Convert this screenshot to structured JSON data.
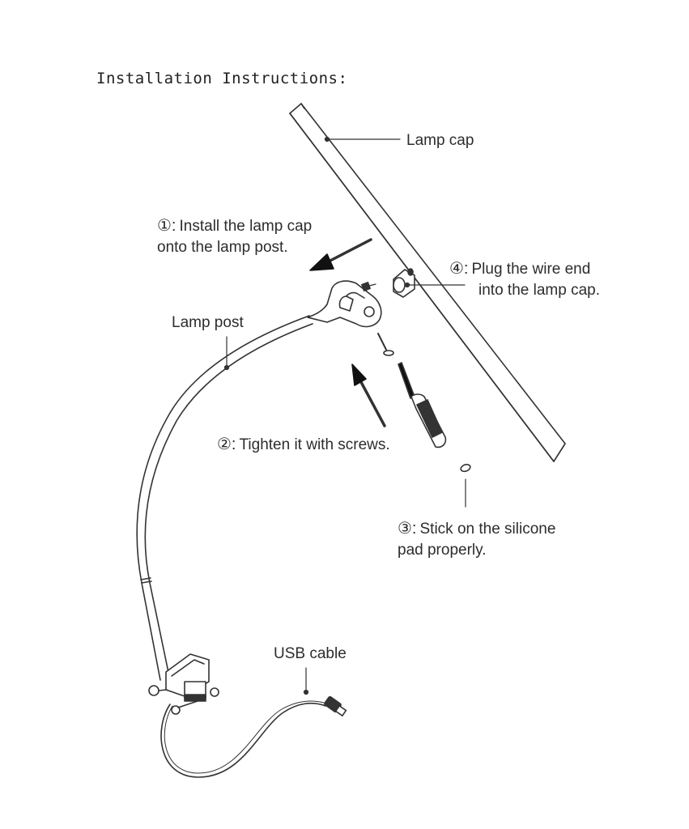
{
  "title": "Installation Instructions:",
  "parts": {
    "lamp_cap": "Lamp cap",
    "lamp_post": "Lamp post",
    "usb_cable": "USB cable"
  },
  "steps": [
    {
      "num": "①:",
      "line1": "Install the lamp cap",
      "line2": "onto the lamp post."
    },
    {
      "num": "②:",
      "line1": "Tighten it with screws."
    },
    {
      "num": "③:",
      "line1": "Stick on the silicone",
      "line2": "pad properly."
    },
    {
      "num": "④:",
      "line1": "Plug the wire end",
      "line2": "into the lamp cap."
    }
  ]
}
